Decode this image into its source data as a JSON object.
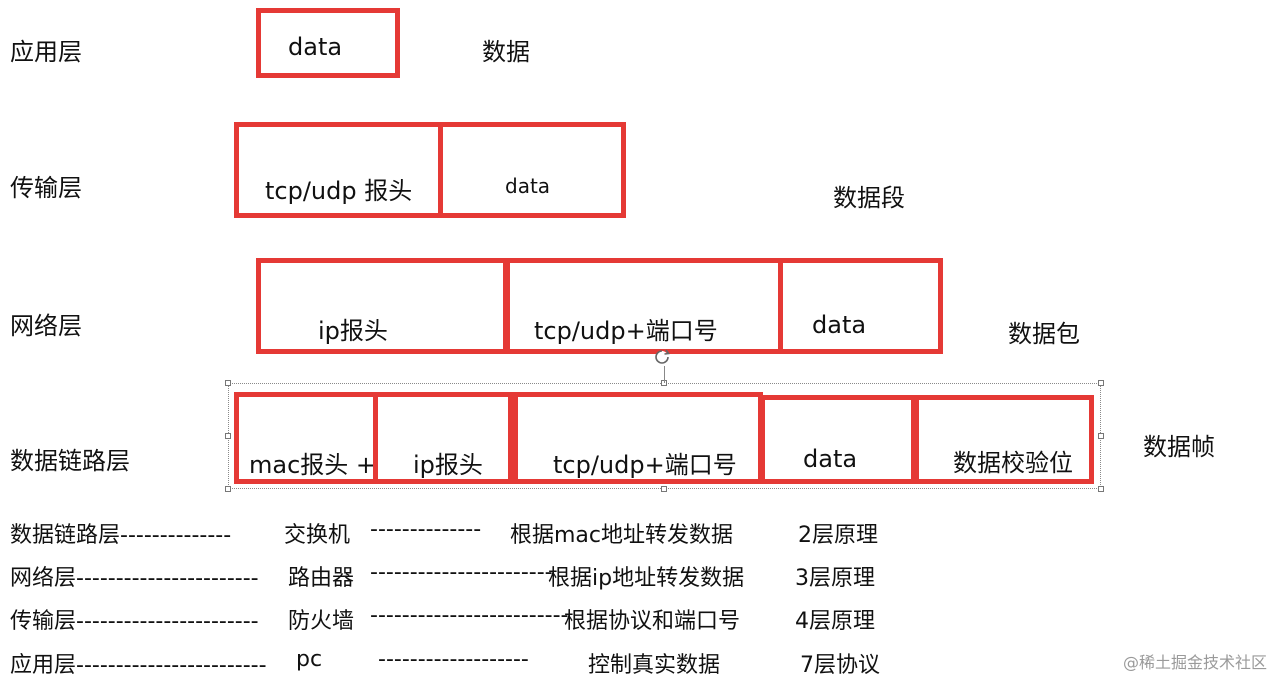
{
  "layers": {
    "application": "应用层",
    "transport": "传输层",
    "network": "网络层",
    "datalink": "数据链路层"
  },
  "application_row": {
    "data": "data",
    "unit": "数据"
  },
  "transport_row": {
    "header": "tcp/udp 报头",
    "data": "data",
    "unit": "数据段"
  },
  "network_row": {
    "ip": "ip报头",
    "tcp": "tcp/udp+端口号",
    "data": "data",
    "unit": "数据包"
  },
  "datalink_row": {
    "mac": "mac报头 +",
    "ip": "ip报头",
    "tcp": "tcp/udp+端口号",
    "data": "data",
    "check": "数据校验位",
    "unit": "数据帧"
  },
  "device_list": [
    {
      "layer": "数据链路层--------------",
      "device": "交换机",
      "dash": "--------------",
      "desc": "根据mac地址转发数据",
      "principle": "2层原理"
    },
    {
      "layer": "网络层-----------------------",
      "device": "路由器",
      "dash": "-----------------------",
      "desc": "根据ip地址转发数据",
      "principle": "3层原理"
    },
    {
      "layer": "传输层-----------------------",
      "device": "防火墙",
      "dash": "-------------------------",
      "desc": "根据协议和端口号",
      "principle": "4层原理"
    },
    {
      "layer": "应用层------------------------",
      "device": "pc",
      "dash": "-------------------",
      "desc": "控制真实数据",
      "principle": "7层协议"
    }
  ],
  "watermark": "@稀土掘金技术社区"
}
